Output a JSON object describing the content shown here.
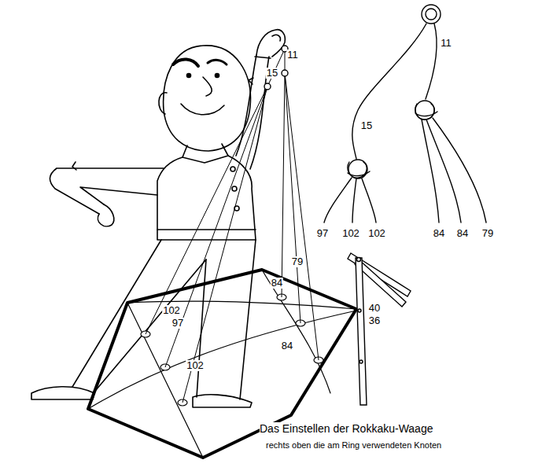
{
  "diagram": {
    "title": "Das Einstellen der Rokkaku-Waage",
    "caption": "rechts oben die am Ring verwendeten Knoten",
    "labels": [
      "11",
      "15",
      "79",
      "84",
      "102",
      "97",
      "102",
      "84",
      "40",
      "36",
      "11",
      "15",
      "97",
      "102",
      "102",
      "84",
      "84",
      "79"
    ]
  }
}
